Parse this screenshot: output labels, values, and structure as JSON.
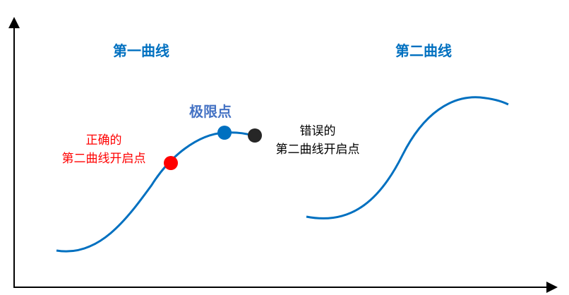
{
  "labels": {
    "first_curve": "第一曲线",
    "second_curve": "第二曲线",
    "limit_point": "极限点",
    "correct_start_line1": "正确的",
    "correct_start_line2": "第二曲线开启点",
    "wrong_start_line1": "错误的",
    "wrong_start_line2": "第二曲线开启点"
  },
  "colors": {
    "curve": "#0070c0",
    "title": "#0070c0",
    "limit_point": "#4472c4",
    "correct_point": "#ff0000",
    "wrong_point": "#262626",
    "axis": "#000000"
  }
}
